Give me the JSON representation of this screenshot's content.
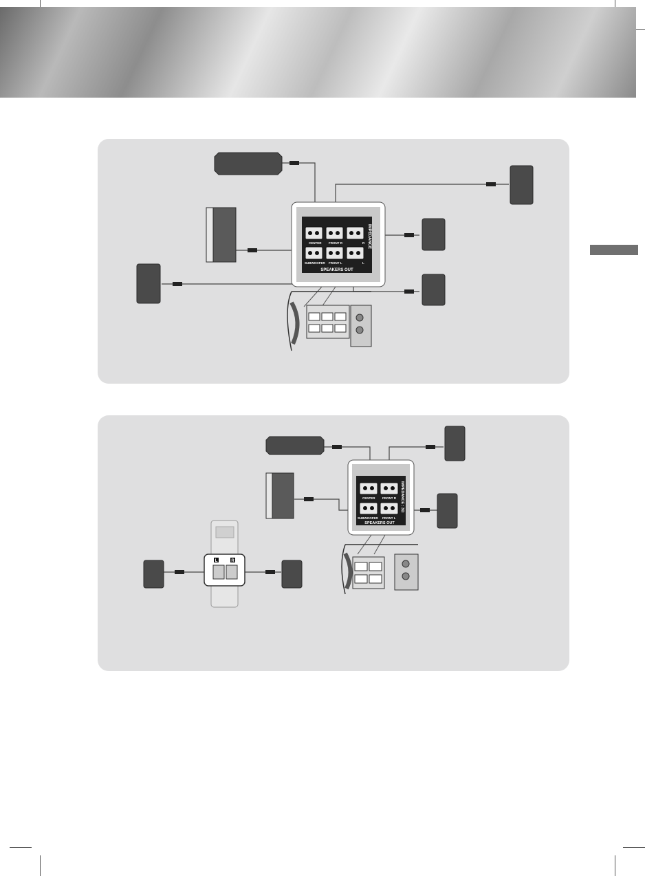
{
  "colors": {
    "panel_background": "#dfdfe0",
    "speaker_body": "#4a4a4a",
    "terminal_block": "#1f1f1f",
    "side_tab": "#707070"
  },
  "diagram_top": {
    "terminal_labels": {
      "center": "CENTER",
      "front_r": "FRONT R",
      "subwoofer": "SUBWOOFER",
      "front_l": "FRONT L",
      "impedance": "IMPEDANCE",
      "speakers_out": "SPEAKERS OUT",
      "right_suffix": "R",
      "left_suffix": "L"
    }
  },
  "diagram_bottom": {
    "terminal_labels": {
      "center": "CENTER",
      "front_r": "FRONT R",
      "subwoofer": "SUBWOOFER",
      "front_l": "FRONT L",
      "impedance": "IMPEDANCE : 3Ω",
      "speakers_out": "SPEAKERS OUT"
    },
    "wireless_module": {
      "left_label": "L",
      "right_label": "R"
    }
  }
}
